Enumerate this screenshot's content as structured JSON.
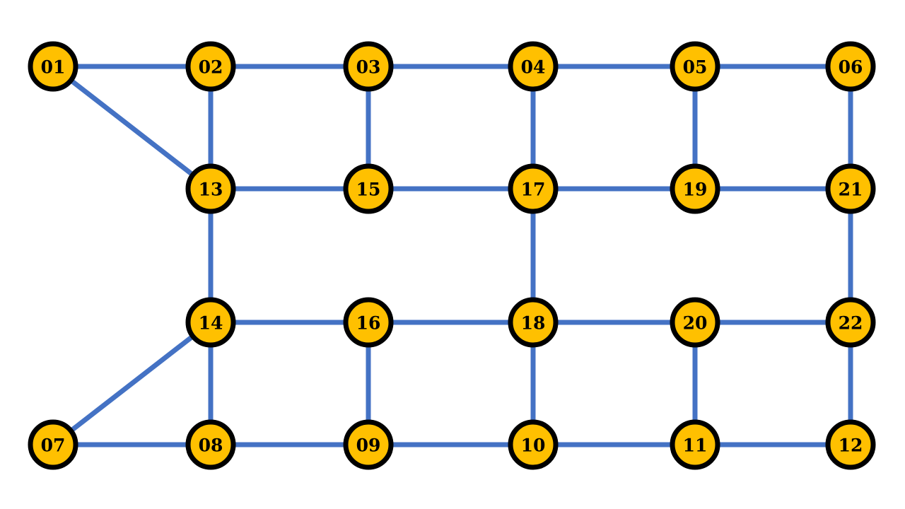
{
  "graph": {
    "colors": {
      "edge": "#4472c4",
      "node_fill": "#ffc000",
      "node_stroke": "#000000",
      "label": "#000000"
    },
    "nodes": [
      {
        "id": "01",
        "label": "01"
      },
      {
        "id": "02",
        "label": "02"
      },
      {
        "id": "03",
        "label": "03"
      },
      {
        "id": "04",
        "label": "04"
      },
      {
        "id": "05",
        "label": "05"
      },
      {
        "id": "06",
        "label": "06"
      },
      {
        "id": "07",
        "label": "07"
      },
      {
        "id": "08",
        "label": "08"
      },
      {
        "id": "09",
        "label": "09"
      },
      {
        "id": "10",
        "label": "10"
      },
      {
        "id": "11",
        "label": "11"
      },
      {
        "id": "12",
        "label": "12"
      },
      {
        "id": "13",
        "label": "13"
      },
      {
        "id": "14",
        "label": "14"
      },
      {
        "id": "15",
        "label": "15"
      },
      {
        "id": "16",
        "label": "16"
      },
      {
        "id": "17",
        "label": "17"
      },
      {
        "id": "18",
        "label": "18"
      },
      {
        "id": "19",
        "label": "19"
      },
      {
        "id": "20",
        "label": "20"
      },
      {
        "id": "21",
        "label": "21"
      },
      {
        "id": "22",
        "label": "22"
      }
    ],
    "edges": [
      [
        "01",
        "02"
      ],
      [
        "02",
        "03"
      ],
      [
        "03",
        "04"
      ],
      [
        "04",
        "05"
      ],
      [
        "05",
        "06"
      ],
      [
        "01",
        "13"
      ],
      [
        "02",
        "13"
      ],
      [
        "03",
        "15"
      ],
      [
        "04",
        "17"
      ],
      [
        "05",
        "19"
      ],
      [
        "06",
        "21"
      ],
      [
        "13",
        "15"
      ],
      [
        "15",
        "17"
      ],
      [
        "17",
        "19"
      ],
      [
        "19",
        "21"
      ],
      [
        "13",
        "14"
      ],
      [
        "17",
        "18"
      ],
      [
        "21",
        "22"
      ],
      [
        "14",
        "16"
      ],
      [
        "16",
        "18"
      ],
      [
        "18",
        "20"
      ],
      [
        "20",
        "22"
      ],
      [
        "07",
        "14"
      ],
      [
        "14",
        "08"
      ],
      [
        "16",
        "09"
      ],
      [
        "18",
        "10"
      ],
      [
        "20",
        "11"
      ],
      [
        "22",
        "12"
      ],
      [
        "07",
        "08"
      ],
      [
        "08",
        "09"
      ],
      [
        "09",
        "10"
      ],
      [
        "10",
        "11"
      ],
      [
        "11",
        "12"
      ]
    ]
  }
}
